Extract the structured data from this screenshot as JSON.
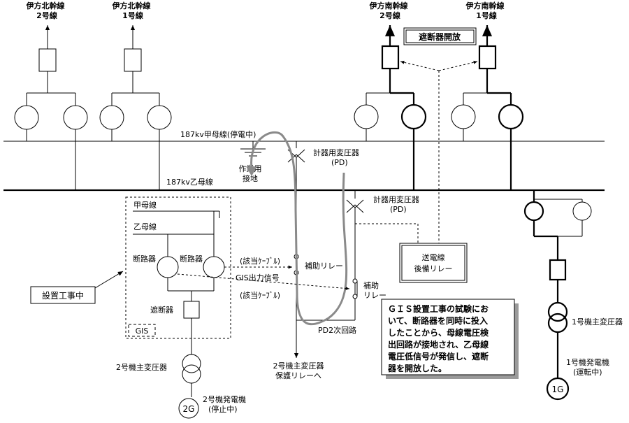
{
  "lines": {
    "north2": [
      "伊方北幹線",
      "2号線"
    ],
    "north1": [
      "伊方北幹線",
      "1号線"
    ],
    "south2": [
      "伊方南幹線",
      "2号線"
    ],
    "south1": [
      "伊方南幹線",
      "1号線"
    ]
  },
  "breaker_open": "遮断器開放",
  "bus_a": "187kv甲母線(停電中)",
  "bus_b": "187kv乙母線",
  "work_ground": [
    "作業用",
    "接地"
  ],
  "pd_upper": [
    "計器用変圧器",
    "(PD)"
  ],
  "pd_lower": [
    "計器用変圧器",
    "(PD)"
  ],
  "gis": {
    "bus_a": "甲母線",
    "bus_b": "乙母線",
    "disconnector_left": "断路器",
    "disconnector_right": "断路器",
    "breaker": "遮断器",
    "tag": "GIS"
  },
  "construction": "設置工事中",
  "cable1": "(該当ｹｰﾌﾞﾙ)",
  "cable2": "(該当ｹｰﾌﾞﾙ)",
  "gis_signal": "GIS出力信号",
  "aux_relay1": "補助リレー",
  "aux_relay2": [
    "補助",
    "リレー"
  ],
  "backup_relay": [
    "送電線",
    "後備リレー"
  ],
  "pd2_circuit": "PD2次回路",
  "to_protection": [
    "2号機主変圧器",
    "保護リレーへ"
  ],
  "note": [
    "ＧＩＳ設置工事の試験にお",
    "いて、断路器を同時に投入",
    "したことから、母線電圧検",
    "出回路が接地され、乙母線",
    "電圧低信号が発信し、遮断",
    "器を開放した。"
  ],
  "unit2": {
    "transformer": "2号機主変圧器",
    "generator_symbol": "2G",
    "generator": [
      "2号機発電機",
      "(停止中)"
    ]
  },
  "unit1": {
    "transformer": "1号機主変圧器",
    "generator_symbol": "1G",
    "generator": [
      "1号機発電機",
      "(運転中)"
    ]
  }
}
